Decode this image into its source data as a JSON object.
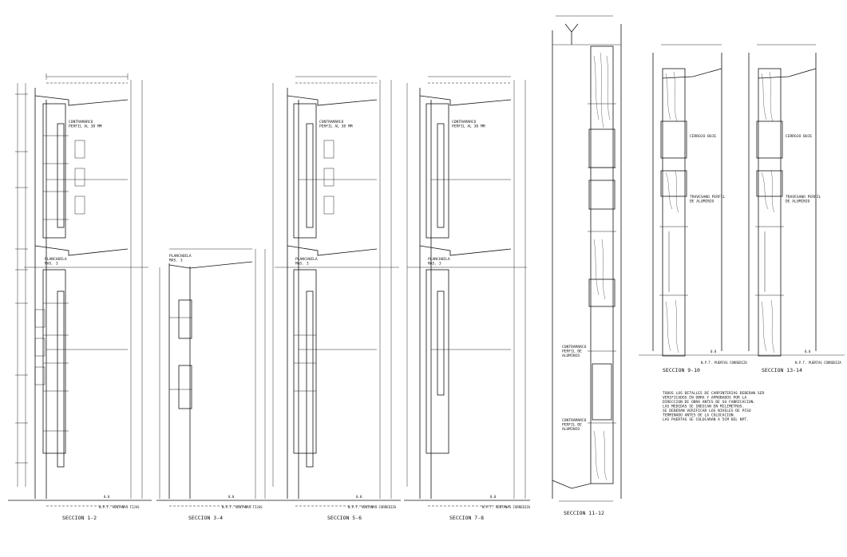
{
  "sections": [
    {
      "caption": "SECCION 1-2",
      "level_note": "N.P.T. VENTANAS FIJAS",
      "level_tag": "0.0"
    },
    {
      "caption": "SECCION 3-4",
      "level_note": "N.P.T. VENTANAS FIJAS",
      "level_tag": "0.0",
      "top_note": "PLANCHUELA\nMAS. 3"
    },
    {
      "caption": "SECCION 5-6",
      "level_note": "N.P.T. VENTANAS CORREDIZA",
      "level_tag": "0.0"
    },
    {
      "caption": "SECCION 7-8",
      "level_note": "N.P.T. VENTANAS CORREDIZA",
      "level_tag": "0.0"
    },
    {
      "caption": "SECCION 11-12",
      "level_note": "",
      "level_tag": ""
    },
    {
      "caption": "SECCION 9-10",
      "level_note": "N.P.T. PUERTAS CORREDIZA",
      "level_tag": "0.0"
    },
    {
      "caption": "SECCION 13-14",
      "level_note": "N.P.T. PUERTAS CORREDIZA",
      "level_tag": "0.0"
    }
  ],
  "callouts": {
    "a": "CONTRAMARCO\nPERFIL AL 38 MM",
    "b": "PLANCHUELA\nMAS. 3",
    "c": "CONTRAMARCO\nPERFIL DE\nALUMINIO",
    "d": "CERROJO BUJE",
    "e": "TRAVESANO PERFIL\nDE ALUMINIO"
  },
  "general_note": "TODOS LOS DETALLES DE CARPINTERIAS DEBERAN SER\nVERIFICADOS EN OBRA Y APROBADOS POR LA\nDIRECCION DE OBRA ANTES DE SU FABRICACION.\nLAS MEDIDAS SE INDICAN EN MILIMETROS.\nSE DEBERAN VERIFICAR LOS NIVELES DE PISO\nTERMINADO ANTES DE LA COLOCACION.\nLAS PUERTAS SE COLOCARAN A 5CM DEL NPT."
}
